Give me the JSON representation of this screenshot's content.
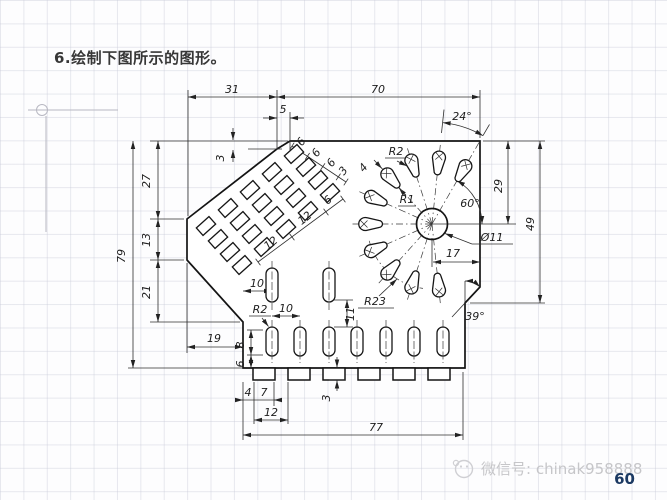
{
  "slide": {
    "title": "6.绘制下图所示的图形。",
    "page_number": "60",
    "watermark_text": "微信号: chinak958888"
  },
  "drawing": {
    "dims": {
      "top_width_left": "31",
      "top_width_right": "70",
      "step_width": "5",
      "step_height": "3",
      "angle_top": "24°",
      "chain_a": [
        "6",
        "6",
        "6",
        "3"
      ],
      "chain_b": [
        "12",
        "12",
        "6"
      ],
      "left_upper": "27",
      "left_mid": "13",
      "left_lower": "21",
      "left_total": "79",
      "bottom_left_offset": "19",
      "pear_outer_radius": "R2",
      "pear_inner_radius": "R1",
      "pear_width": "4",
      "angle_right": "60°",
      "center_from_top": "29",
      "right_height": "49",
      "center_to_edge": "17",
      "center_hole_dia": "Ø11",
      "pitch_radius": "R23",
      "chamfer_angle": "39°",
      "slot_offset_left": "10",
      "slot_end_radius": "R2",
      "slot_pitch": "10",
      "upper_slot_length": "11",
      "lower_slot_length": "8",
      "slot_to_bottom": "6",
      "tooth_offset": "4",
      "tooth_width": "7",
      "tooth_pitch": "12",
      "tooth_height": "3",
      "bottom_total": "77"
    }
  }
}
